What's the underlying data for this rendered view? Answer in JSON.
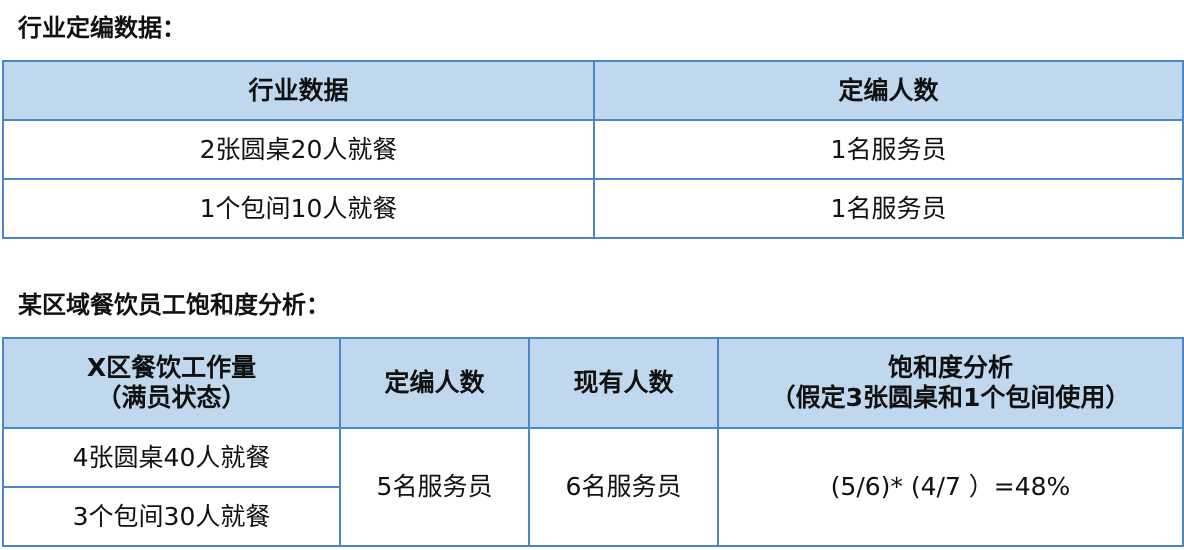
{
  "section1": {
    "title": "行业定编数据：",
    "headers": [
      "行业数据",
      "定编人数"
    ],
    "rows": [
      [
        "2张圆桌20人就餐",
        "1名服务员"
      ],
      [
        "1个包间10人就餐",
        "1名服务员"
      ]
    ]
  },
  "section2": {
    "title": "某区域餐饮员工饱和度分析：",
    "headers": {
      "workload_line1": "X区餐饮工作量",
      "workload_line2": "（满员状态）",
      "quota": "定编人数",
      "current": "现有人数",
      "saturation_line1": "饱和度分析",
      "saturation_line2": "（假定3张圆桌和1个包间使用）"
    },
    "workload_rows": [
      "4张圆桌40人就餐",
      "3个包间30人就餐"
    ],
    "quota_value": "5名服务员",
    "current_value": "6名服务员",
    "saturation_value": "(5/6)* (4/7 ）=48%"
  }
}
